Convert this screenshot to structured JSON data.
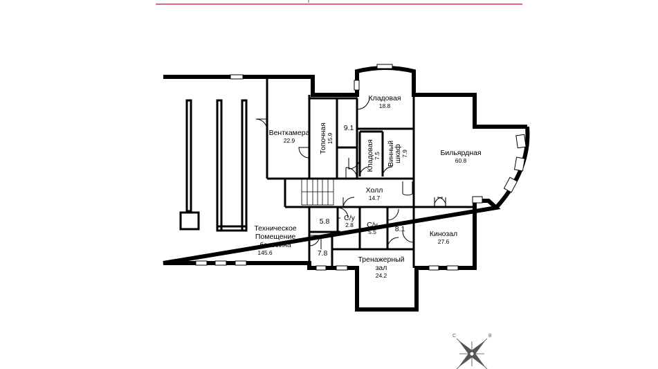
{
  "colors": {
    "header_line": "#c8102e",
    "wall": "#000000",
    "background": "#ffffff"
  },
  "rooms": {
    "pool": {
      "name": [
        "Техническое",
        "Помещение",
        "бассейна"
      ],
      "area": "145.6"
    },
    "vent": {
      "name": "Венткамера",
      "area": "22.9"
    },
    "furnace": {
      "name": "Топочная",
      "area": "15.9"
    },
    "r91": {
      "area": "9.1"
    },
    "pantry1": {
      "name": "Кладовая",
      "area": "18.8"
    },
    "pantry2": {
      "name": "Кладовая",
      "area": "7.5"
    },
    "wine": {
      "name": [
        "Винный",
        "шкаф"
      ],
      "area": "7.9"
    },
    "billiard": {
      "name": "Бильярдная",
      "area": "60.8"
    },
    "hall": {
      "name": "Холл",
      "area": "14.7"
    },
    "r58": {
      "area": "5.8"
    },
    "wc1": {
      "name": "С/у",
      "area": "2.8"
    },
    "wc2": {
      "name": "С/у",
      "area": "5.5"
    },
    "r81": {
      "area": "8.1"
    },
    "cinema": {
      "name": "Кинозал",
      "area": "27.6"
    },
    "r78": {
      "area": "7.8"
    },
    "gym": {
      "name": [
        "Тренажерный",
        "зал"
      ],
      "area": "24.2"
    }
  },
  "compass": {
    "left_letter": "С",
    "right_letter": "В",
    "icon": "compass-rose-icon"
  }
}
